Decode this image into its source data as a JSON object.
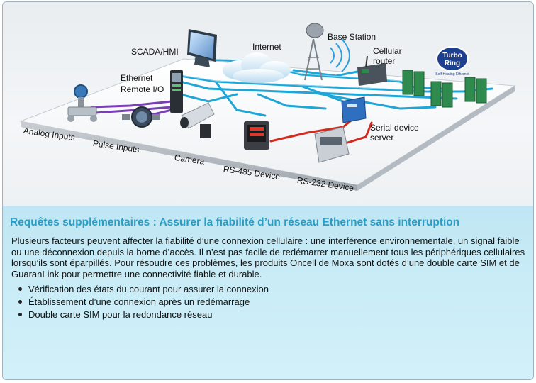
{
  "diagram": {
    "labels": {
      "scada": "SCADA/HMI",
      "internet": "Internet",
      "base_station": "Base Station",
      "cellular_router_line1": "Cellular",
      "cellular_router_line2": "router",
      "remote_io_line1": "Ethernet",
      "remote_io_line2": "Remote I/O",
      "analog_inputs": "Analog Inputs",
      "pulse_inputs": "Pulse Inputs",
      "camera": "Camera",
      "rs485": "RS-485 Device",
      "rs232": "RS-232 Device",
      "serial_server_line1": "Serial device",
      "serial_server_line2": "server"
    },
    "logo": {
      "line1": "Turbo",
      "line2": "Ring",
      "tagline": "Self-Healing Ethernet"
    },
    "colors": {
      "ethernet": "#1fa6d6",
      "analog": "#7a3fb5",
      "serial": "#d42a1e",
      "platform": "#f7f8f9",
      "device_green": "#2f8a4e"
    }
  },
  "panel": {
    "title": "Requêtes supplémentaires : Assurer la fiabilité d’un réseau Ethernet sans interruption",
    "paragraph": "Plusieurs facteurs peuvent affecter la fiabilité d’une connexion cellulaire : une interférence environnementale, un signal faible ou une déconnexion depuis la borne d’accès. Il n’est pas facile de redémarrer manuellement tous les périphériques cellulaires lorsqu’ils sont éparpillés. Pour résoudre ces problèmes, les produits Oncell de Moxa sont dotés d’une double carte SIM et de GuaranLink pour permettre une connectivité fiable et durable.",
    "bullets": [
      "Vérification des états du courant pour assurer la connexion",
      "Établissement d’une connexion après un redémarrage",
      "Double carte SIM pour la redondance réseau"
    ]
  }
}
